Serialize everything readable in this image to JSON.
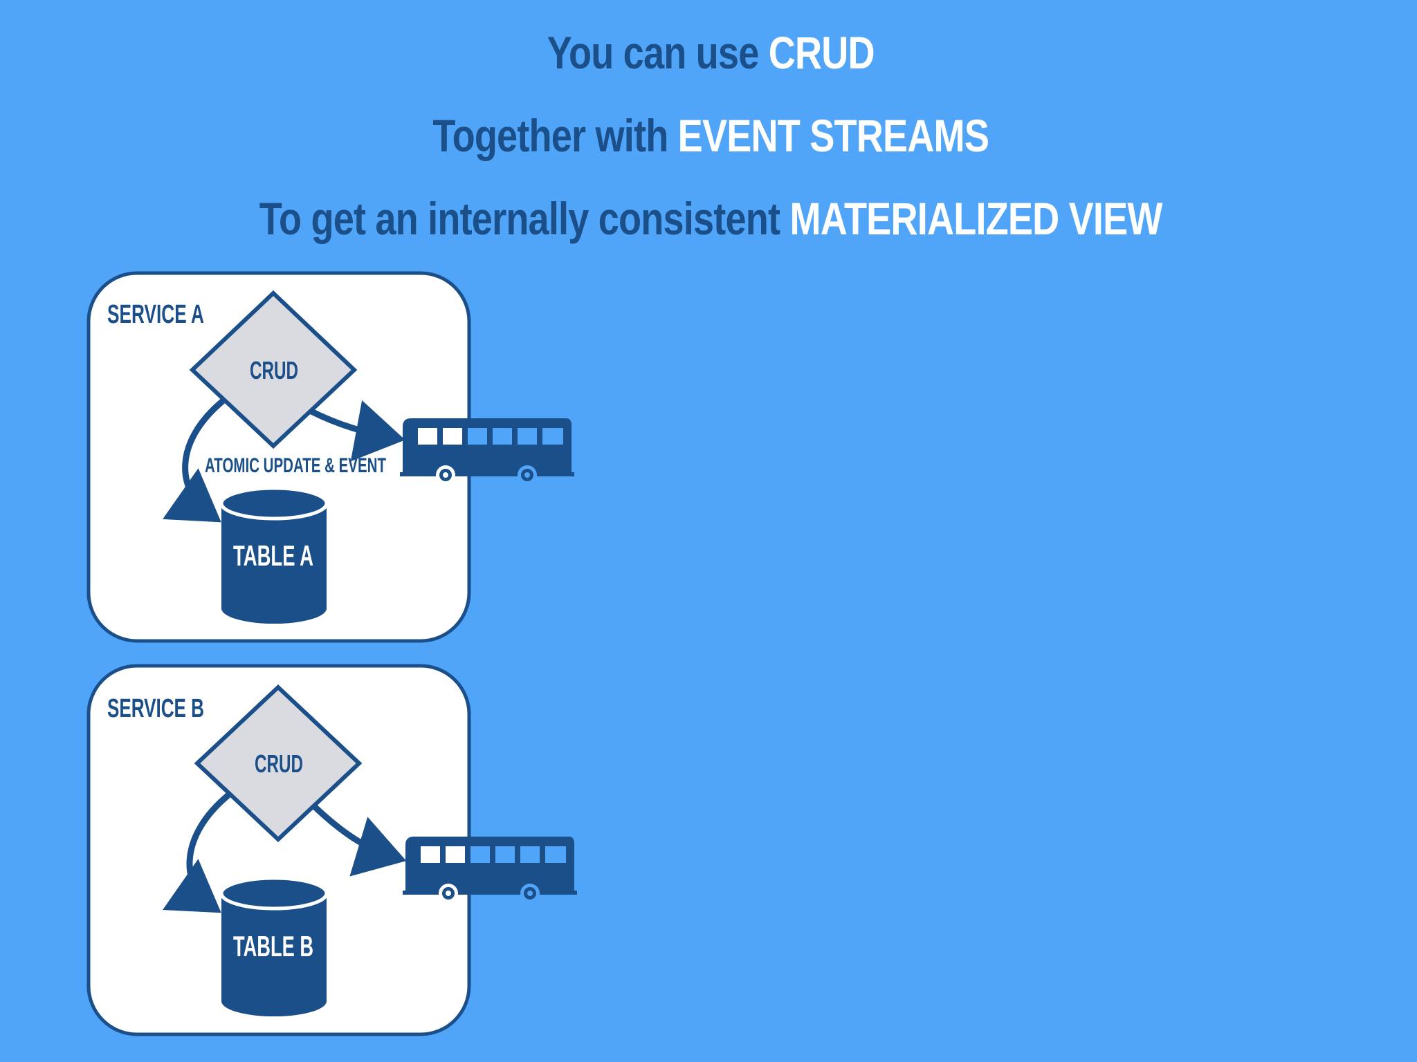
{
  "headline": {
    "line1": {
      "prefix": "You can use",
      "highlight": "CRUD"
    },
    "line2": {
      "prefix": "Together with",
      "highlight": "EVENT STREAMS"
    },
    "line3": {
      "prefix": "To get an internally consistent",
      "highlight": "MATERIALIZED VIEW"
    }
  },
  "services": [
    {
      "title": "SERVICE A",
      "crud_label": "CRUD",
      "table_label": "TABLE A",
      "arrow_label": "ATOMIC UPDATE & EVENT",
      "icon": "bus-icon"
    },
    {
      "title": "SERVICE B",
      "crud_label": "CRUD",
      "table_label": "TABLE B",
      "arrow_label": "",
      "icon": "bus-icon"
    }
  ],
  "colors": {
    "background": "#51a5f9",
    "dark_blue": "#1a4f8a",
    "highlight": "#ffffff",
    "diamond_fill": "#d9dbe0"
  }
}
